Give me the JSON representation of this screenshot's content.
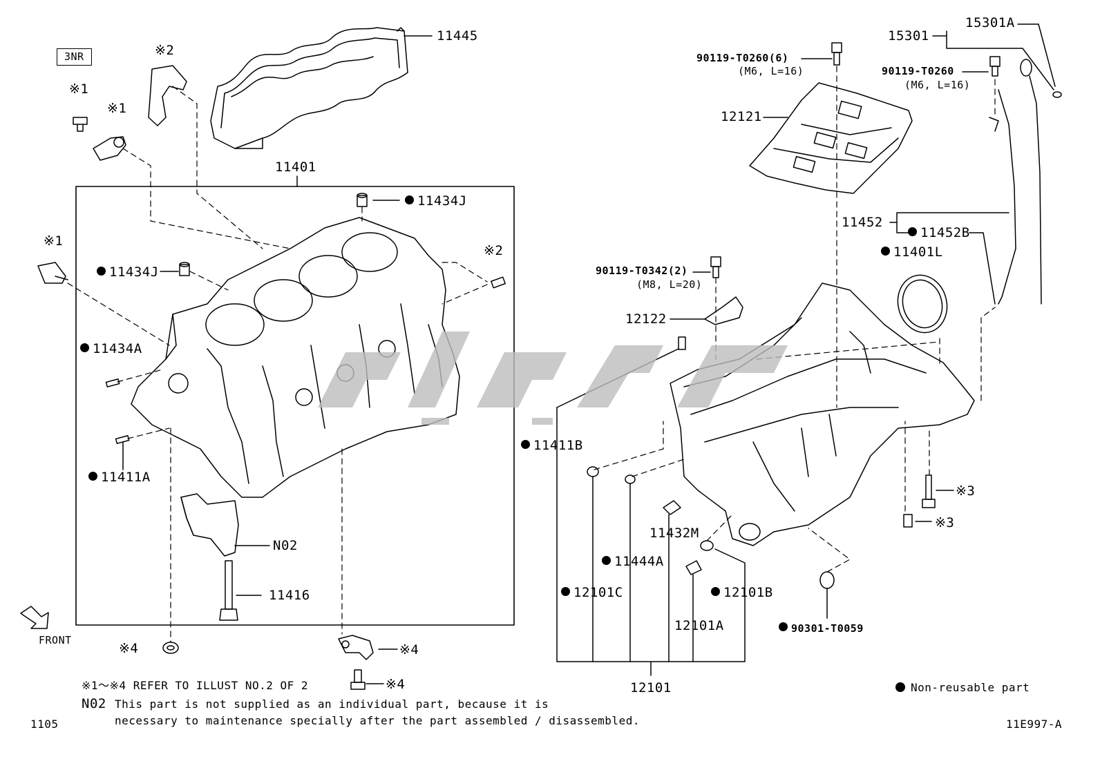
{
  "engine_code": "3NR",
  "labels": {
    "gasket_11445": "11445",
    "block_11401": "11401",
    "pin_11434J_top": "11434J",
    "pin_11434J_left": "11434J",
    "pin_11434A": "11434A",
    "pin_11411A": "11411A",
    "cap_N02": "N02",
    "bolt_11416": "11416",
    "bolt_90119_T0260_6": "90119-T0260(6)",
    "bolt_90119_T0260_6_spec": "(M6, L=16)",
    "cover_12121": "12121",
    "gauge_15301A": "15301A",
    "gauge_15301": "15301",
    "bolt_90119_T0260": "90119-T0260",
    "bolt_90119_T0260_spec": "(M6, L=16)",
    "guide_11452": "11452",
    "seal_11452B": "11452B",
    "seal_11401L": "11401L",
    "bolt_90119_T0342": "90119-T0342(2)",
    "bolt_90119_T0342_spec": "(M8, L=20)",
    "plate_12122": "12122",
    "pin_11411B": "11411B",
    "plug_11432M": "11432M",
    "ring_11444A": "11444A",
    "ring_12101C": "12101C",
    "ring_12101B": "12101B",
    "plug_12101A": "12101A",
    "gasket_90301_T0059": "90301-T0059",
    "pan_12101": "12101",
    "ref_1_a": "※1",
    "ref_1_b": "※1",
    "ref_1_c": "※1",
    "ref_2_a": "※2",
    "ref_2_b": "※2",
    "ref_3_a": "※3",
    "ref_3_b": "※3",
    "ref_4_a": "※4",
    "ref_4_b": "※4",
    "ref_4_c": "※4",
    "front": "FRONT"
  },
  "notes": {
    "refer": "※1～※4 REFER TO ILLUST NO.2 OF 2",
    "n02_code": "N02",
    "n02_line1": "This part is not supplied as an individual part, because it is",
    "n02_line2": "necessary to maintenance specially after the part assembled / disassembled.",
    "legend": "Non-reusable part",
    "page_number": "1105",
    "illustration_id": "11E997-A"
  },
  "colors": {
    "line": "#000000",
    "watermark": "#bdbdbd"
  }
}
